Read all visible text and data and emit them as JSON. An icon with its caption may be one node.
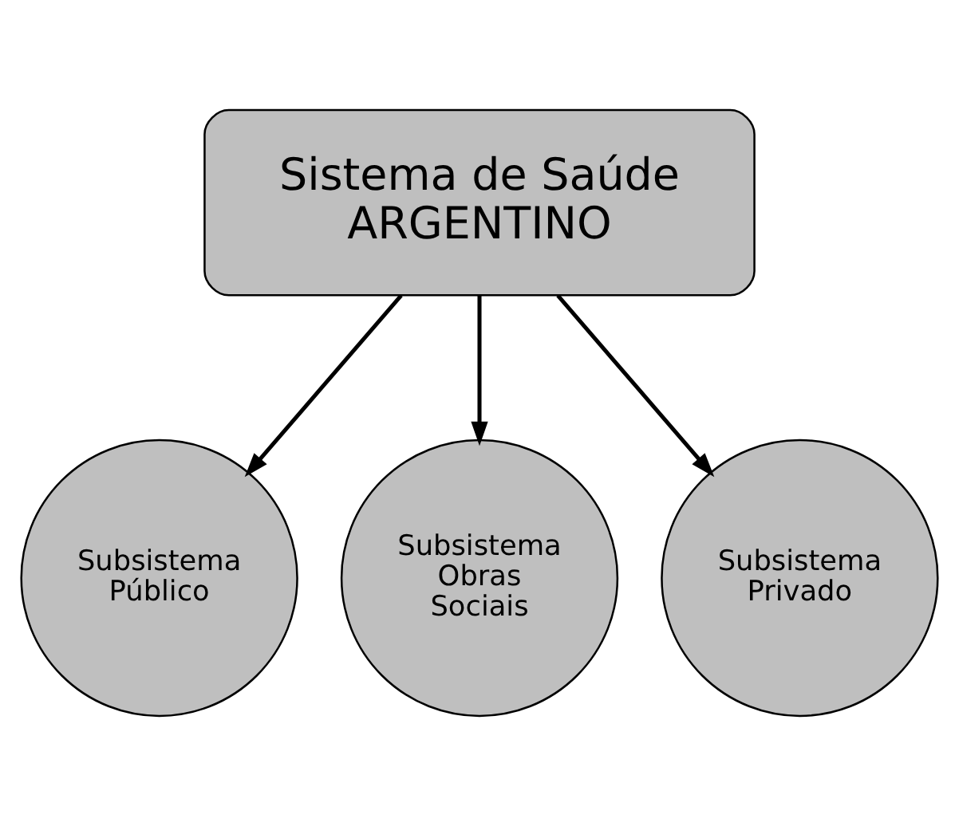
{
  "diagram": {
    "nodes": [
      {
        "text": [
          "Sistema de Saúde ARGENTINO"
        ]
      },
      {
        "text": [
          "Subsistema Público"
        ]
      },
      {
        "text": [
          "Subsistema Obras Sociais"
        ]
      },
      {
        "text": [
          "Subsistema Privado"
        ]
      }
    ],
    "edges": [
      {
        "from": 0,
        "to": 1,
        "arrow": "to"
      },
      {
        "from": 0,
        "to": 2,
        "arrow": "to"
      },
      {
        "from": 0,
        "to": 3,
        "arrow": "to"
      }
    ]
  }
}
